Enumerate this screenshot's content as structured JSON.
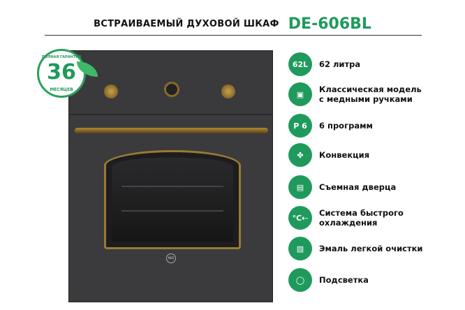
{
  "header": {
    "prefix": "ВСТРАИВАЕМЫЙ ДУХОВОЙ ШКАФ",
    "model": "DE-606BL"
  },
  "warranty": {
    "top": "ПОЛНАЯ ГАРАНТИЯ",
    "number": "36",
    "bottom": "МЕСЯЦЕВ"
  },
  "oven": {
    "logo": "MBS"
  },
  "colors": {
    "accent": "#1f9a5c",
    "oven_body": "#3b3b3d",
    "brass": "#b08a3a"
  },
  "features": [
    {
      "icon": "capacity-62l-icon",
      "glyph": "62L",
      "lines": [
        "62 литра"
      ]
    },
    {
      "icon": "classic-oven-icon",
      "glyph": "▣",
      "lines": [
        "Классическая модель",
        "с медными ручками"
      ]
    },
    {
      "icon": "programs-icon",
      "glyph": "P 6",
      "lines": [
        "6 программ"
      ]
    },
    {
      "icon": "convection-fan-icon",
      "glyph": "✤",
      "lines": [
        "Конвекция"
      ]
    },
    {
      "icon": "removable-door-icon",
      "glyph": "▤",
      "lines": [
        "Съемная дверца"
      ]
    },
    {
      "icon": "fast-cooling-icon",
      "glyph": "°C⇠",
      "lines": [
        "Система быстрого",
        "охлаждения"
      ]
    },
    {
      "icon": "easy-clean-enamel-icon",
      "glyph": "▧",
      "lines": [
        "Эмаль легкой очистки"
      ]
    },
    {
      "icon": "light-bulb-icon",
      "glyph": "◯",
      "lines": [
        "Подсветка"
      ]
    }
  ]
}
